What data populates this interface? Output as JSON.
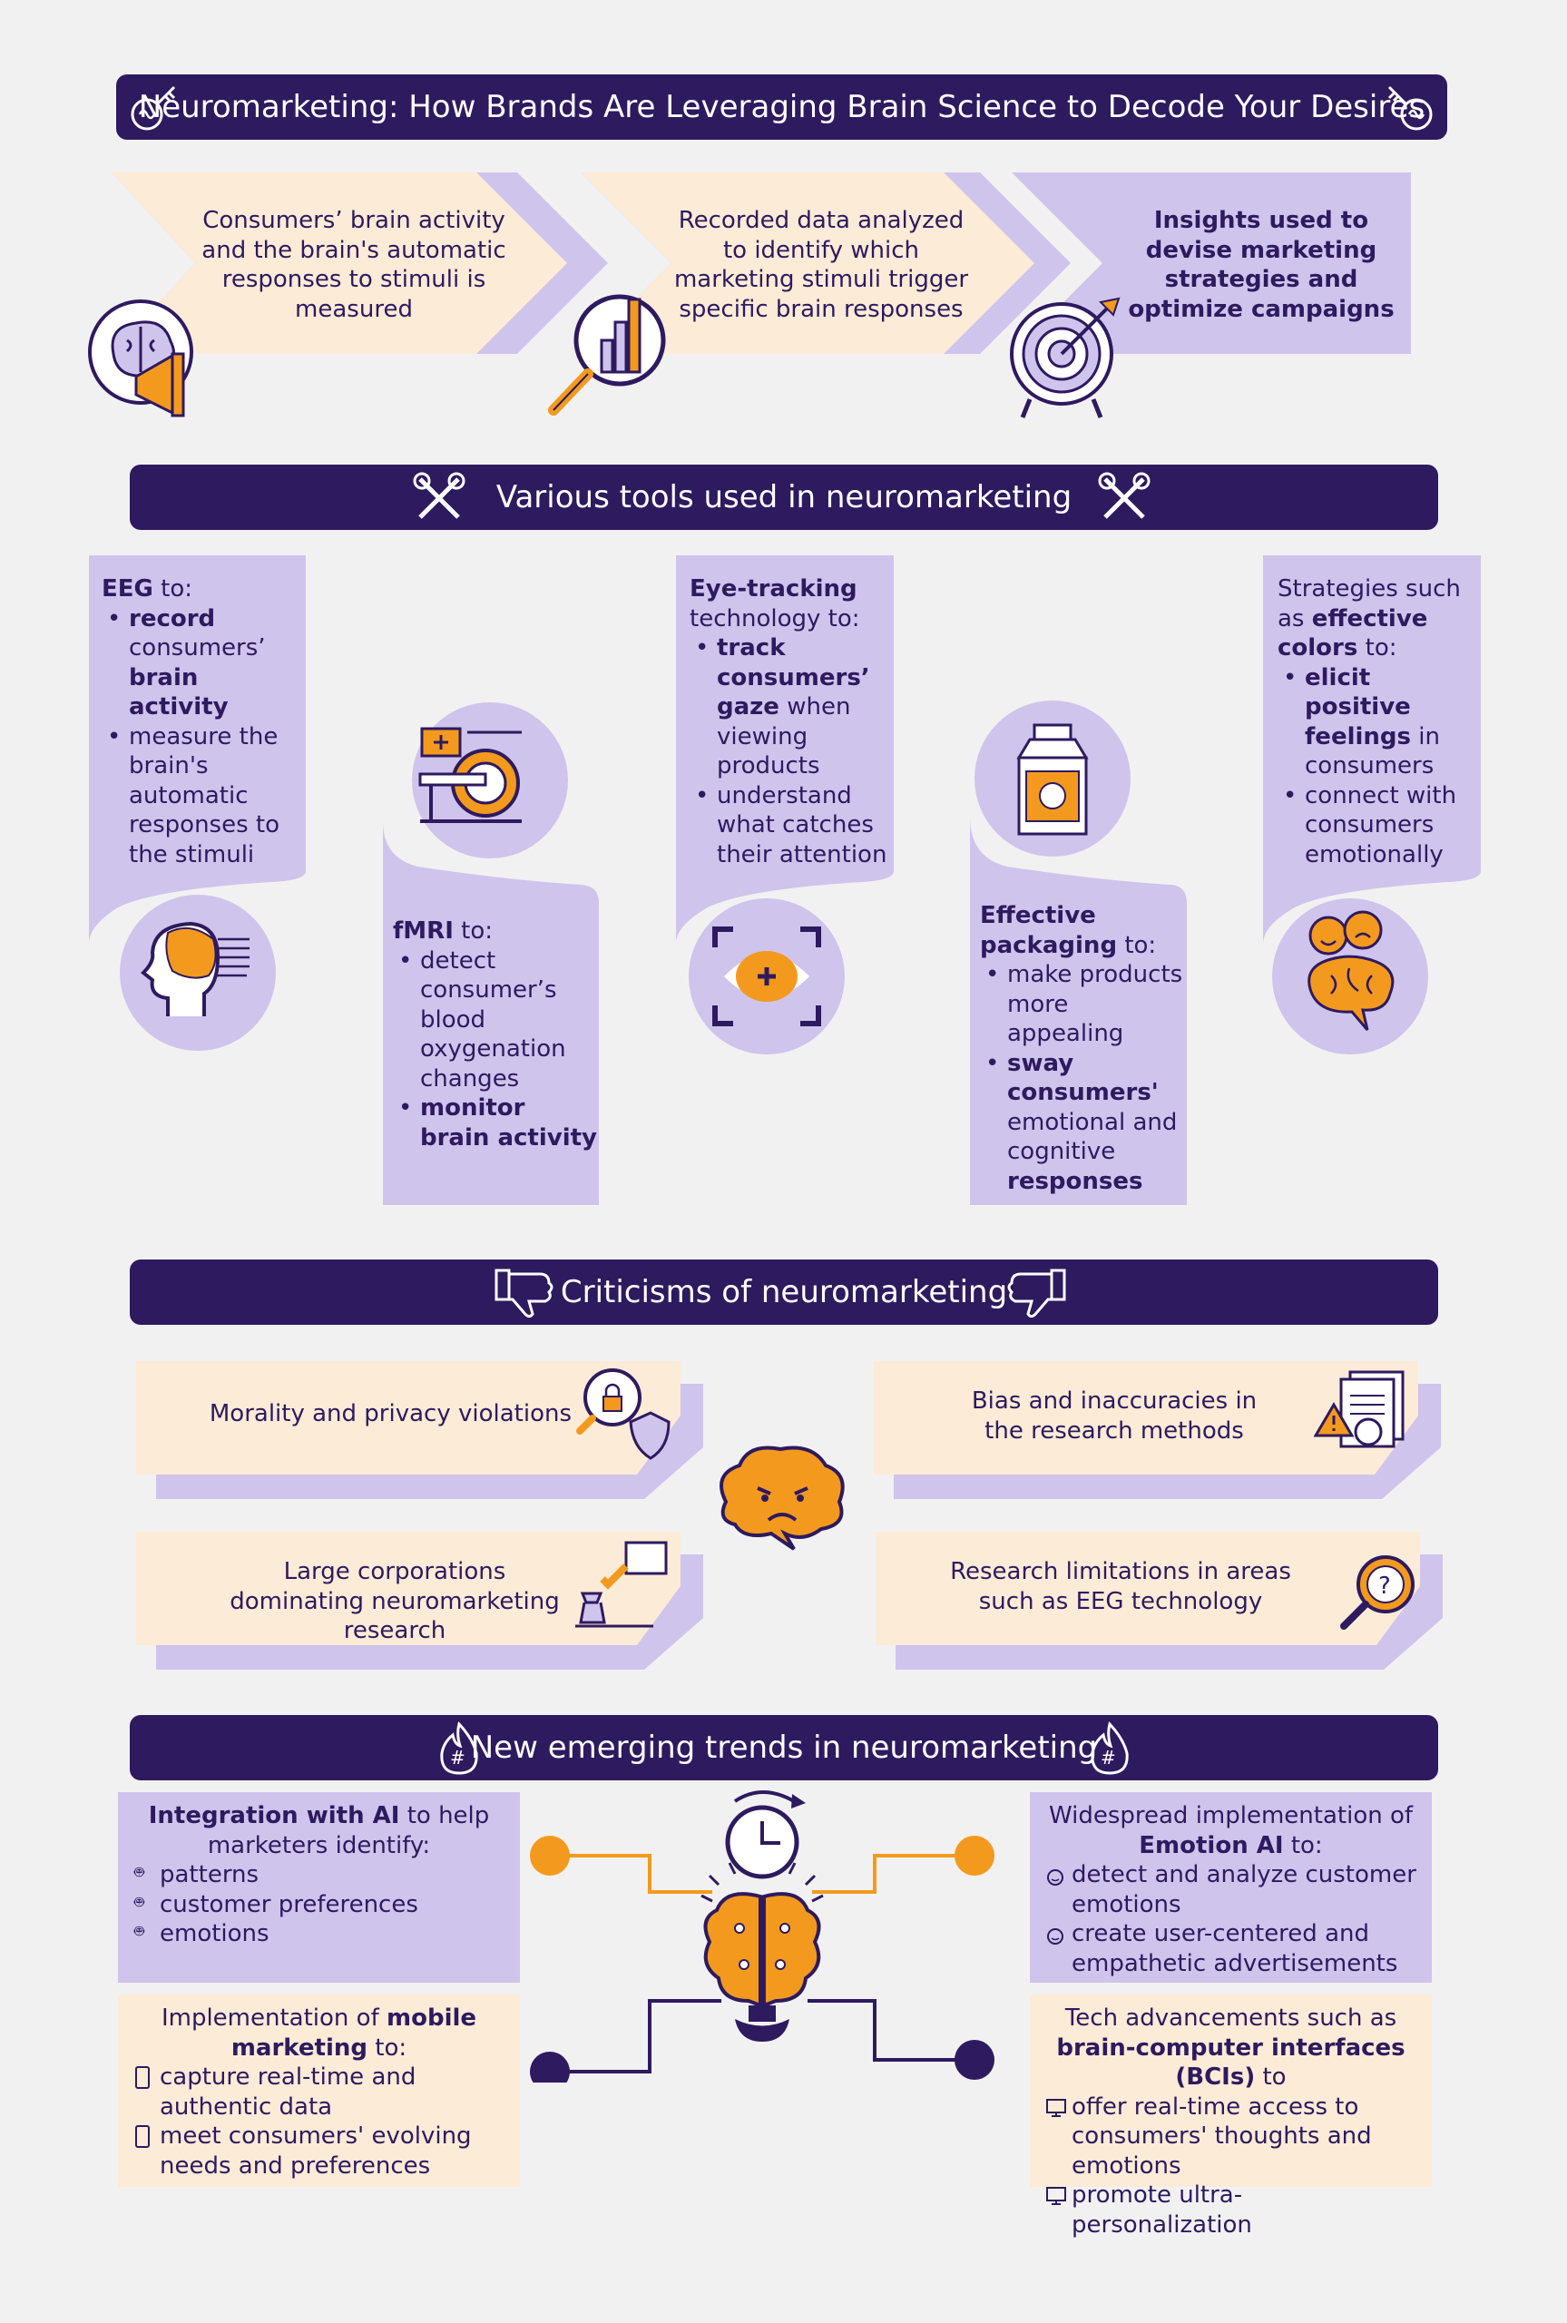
{
  "title": "Neuromarketing: How Brands Are Leveraging Brain Science to Decode Your Desires",
  "process": [
    {
      "text": "Consumers’ brain activity and the brain's automatic responses to stimuli is measured",
      "icon": "brain-megaphone-icon"
    },
    {
      "text": "Recorded data analyzed to identify which marketing stimuli trigger specific brain responses",
      "icon": "magnifier-chart-icon"
    },
    {
      "text": "Insights used to devise marketing strategies and optimize campaigns",
      "icon": "target-icon"
    }
  ],
  "tools": {
    "heading": "Various tools used in neuromarketing",
    "eeg": {
      "name": "EEG",
      "to": " to:",
      "b1_bold": "record",
      "b1_rest_a": " consumers’ ",
      "b1_bold2": "brain activity",
      "b2": "measure the brain's automatic responses to the stimuli"
    },
    "fmri": {
      "name": "fMRI",
      "to": " to:",
      "b1": "detect consumer’s blood oxygenation changes",
      "b2": "monitor brain activity"
    },
    "eye": {
      "name": "Eye-tracking",
      "rest": " technology to:",
      "b1_bold": "track consumers’ gaze",
      "b1_rest": " when viewing products",
      "b2": "understand what catches their attention"
    },
    "packaging": {
      "name": "Effective packaging",
      "to": " to:",
      "b1": "make products more appealing",
      "b2_bold": "sway consumers'",
      "b2_rest": " emotional and cognitive ",
      "b2_bold2": "responses"
    },
    "colors": {
      "pre": "Strategies such as ",
      "name": "effective colors",
      "to": " to:",
      "b1_bold": "elicit positive feelings",
      "b1_rest": " in consumers",
      "b2": "connect with consumers emotionally"
    }
  },
  "criticisms": {
    "heading": "Criticisms of neuromarketing",
    "items": [
      "Morality and privacy violations",
      "Bias and inaccuracies in the research methods",
      "Large corporations dominating neuromarketing research",
      "Research limitations in areas such as EEG technology"
    ]
  },
  "trends": {
    "heading": "New emerging trends in neuromarketing",
    "ai": {
      "bold": "Integration with AI",
      "rest": " to help marketers identify:",
      "items": [
        "patterns",
        "customer preferences",
        "emotions"
      ]
    },
    "mobile": {
      "pre": "Implementation of ",
      "bold": "mobile marketing",
      "to": " to:",
      "items": [
        "capture real-time and authentic data",
        "meet consumers' evolving needs and preferences"
      ]
    },
    "emotion": {
      "pre": "Widespread implementation of ",
      "bold": "Emotion AI",
      "to": " to:",
      "items": [
        "detect and analyze customer emotions",
        "create user-centered and empathetic advertisements"
      ]
    },
    "bci": {
      "pre": "Tech advancements such as ",
      "bold": "brain-computer interfaces (BCIs)",
      "to": " to",
      "items": [
        "offer real-time access to consumers' thoughts and emotions",
        "promote ultra-personalization"
      ]
    }
  },
  "colors": {
    "navy": "#2e1a5f",
    "lavender": "#cfc4ec",
    "cream": "#fcebd6",
    "orange": "#f39a1e",
    "background": "#f2f1f2"
  }
}
